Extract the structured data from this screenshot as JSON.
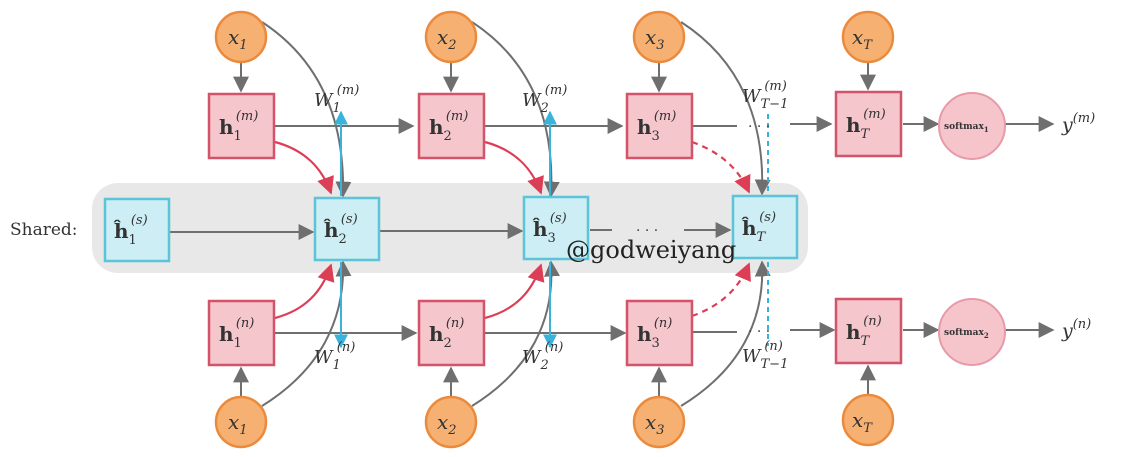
{
  "shared_label": "Shared:",
  "watermark": "@godweiyang",
  "colors": {
    "input_fill": "#f6b072",
    "input_stroke": "#ec8a3c",
    "task_fill": "#f5c6cc",
    "task_stroke": "#d2536a",
    "shared_fill": "#cdeef4",
    "shared_stroke": "#5bc4d8",
    "band": "#e8e8e8",
    "arrow": "#6f6f6f",
    "red_arrow": "#dc3e56",
    "blue_line": "#39b3d9",
    "softmax_fill": "#f6c5cc",
    "softmax_stroke": "#e79aa7"
  },
  "top_inputs": [
    {
      "base": "x",
      "sub": "1"
    },
    {
      "base": "x",
      "sub": "2"
    },
    {
      "base": "x",
      "sub": "3"
    },
    {
      "base": "x",
      "sub": "T"
    }
  ],
  "bottom_inputs": [
    {
      "base": "x",
      "sub": "1"
    },
    {
      "base": "x",
      "sub": "2"
    },
    {
      "base": "x",
      "sub": "3"
    },
    {
      "base": "x",
      "sub": "T"
    }
  ],
  "top_hidden": [
    {
      "base": "h",
      "sub": "1",
      "sup": "(m)"
    },
    {
      "base": "h",
      "sub": "2",
      "sup": "(m)"
    },
    {
      "base": "h",
      "sub": "3",
      "sup": "(m)"
    },
    {
      "base": "h",
      "sub": "T",
      "sup": "(m)"
    }
  ],
  "bottom_hidden": [
    {
      "base": "h",
      "sub": "1",
      "sup": "(n)"
    },
    {
      "base": "h",
      "sub": "2",
      "sup": "(n)"
    },
    {
      "base": "h",
      "sub": "3",
      "sup": "(n)"
    },
    {
      "base": "h",
      "sub": "T",
      "sup": "(n)"
    }
  ],
  "shared_hidden": [
    {
      "base": "ĥ",
      "sub": "1",
      "sup": "(s)"
    },
    {
      "base": "ĥ",
      "sub": "2",
      "sup": "(s)"
    },
    {
      "base": "ĥ",
      "sub": "3",
      "sup": "(s)"
    },
    {
      "base": "ĥ",
      "sub": "T",
      "sup": "(s)"
    }
  ],
  "top_weights": [
    {
      "base": "W",
      "sub": "1",
      "sup": "(m)"
    },
    {
      "base": "W",
      "sub": "2",
      "sup": "(m)"
    },
    {
      "base": "W",
      "sub": "T−1",
      "sup": "(m)"
    }
  ],
  "bottom_weights": [
    {
      "base": "W",
      "sub": "1",
      "sup": "(n)"
    },
    {
      "base": "W",
      "sub": "2",
      "sup": "(n)"
    },
    {
      "base": "W",
      "sub": "T−1",
      "sup": "(n)"
    }
  ],
  "softmax_top": {
    "text": "softmax",
    "sub": "1"
  },
  "softmax_bottom": {
    "text": "softmax",
    "sub": "2"
  },
  "output_top": {
    "base": "y",
    "sup": "(m)"
  },
  "output_bottom": {
    "base": "y",
    "sup": "(n)"
  },
  "ellipsis": "· · ·"
}
